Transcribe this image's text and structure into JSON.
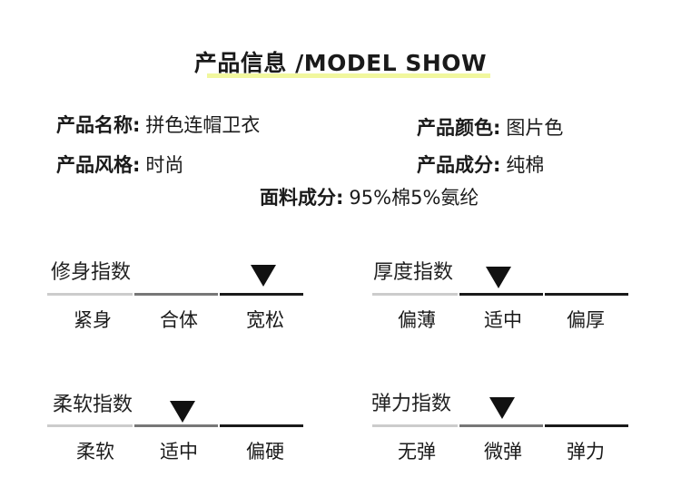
{
  "title": "产品信息 /MODEL SHOW",
  "info": {
    "name": {
      "label": "产品名称:",
      "value": "拼色连帽卫衣"
    },
    "color": {
      "label": "产品颜色:",
      "value": "图片色"
    },
    "style": {
      "label": "产品风格:",
      "value": "时尚"
    },
    "composition": {
      "label": "产品成分:",
      "value": "纯棉"
    },
    "fabric": {
      "label": "面料成分:",
      "value": "95%棉5%氨纶"
    }
  },
  "scales": {
    "fit": {
      "title": "修身指数",
      "options": [
        "紧身",
        "合体",
        "宽松"
      ],
      "selected": 2
    },
    "thickness": {
      "title": "厚度指数",
      "options": [
        "偏薄",
        "适中",
        "偏厚"
      ],
      "selected": 1
    },
    "softness": {
      "title": "柔软指数",
      "options": [
        "柔软",
        "适中",
        "偏硬"
      ],
      "selected": 1
    },
    "elasticity": {
      "title": "弹力指数",
      "options": [
        "无弹",
        "微弹",
        "弹力"
      ],
      "selected": 1
    }
  },
  "colors": {
    "highlight": "#f1f79e",
    "text": "#1a1a1a",
    "bar_light": "#cccccc",
    "bar_mid": "#777777",
    "bar_dark": "#1a1a1a"
  }
}
